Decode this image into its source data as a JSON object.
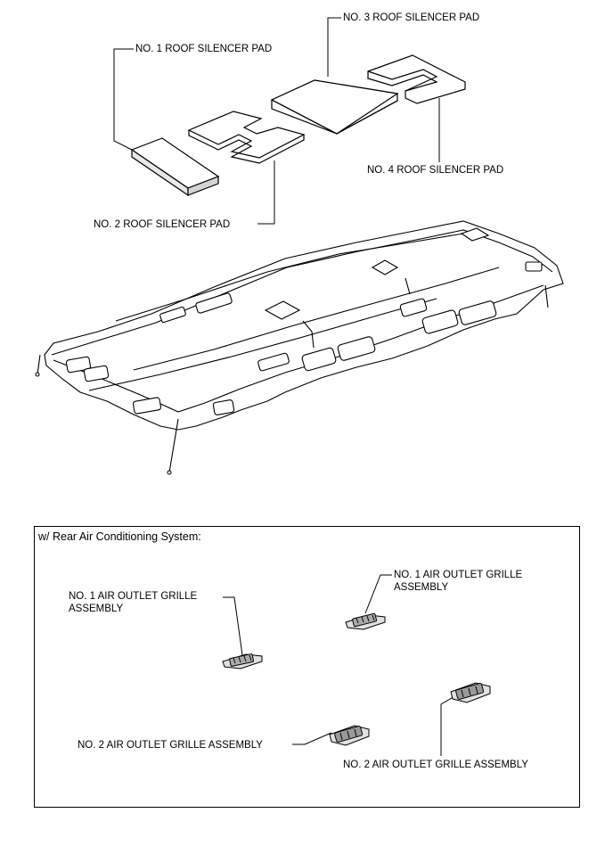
{
  "labels": {
    "pad1": "NO. 1 ROOF SILENCER PAD",
    "pad2": "NO. 2 ROOF SILENCER PAD",
    "pad3": "NO. 3 ROOF SILENCER PAD",
    "pad4": "NO. 4 ROOF SILENCER PAD"
  },
  "inset": {
    "title": "w/ Rear Air Conditioning System:",
    "grille1_left_line1": "NO. 1 AIR OUTLET GRILLE",
    "grille1_left_line2": "ASSEMBLY",
    "grille1_right_line1": "NO. 1 AIR OUTLET GRILLE",
    "grille1_right_line2": "ASSEMBLY",
    "grille2_left": "NO. 2 AIR OUTLET GRILLE ASSEMBLY",
    "grille2_right": "NO. 2 AIR OUTLET GRILLE ASSEMBLY"
  }
}
